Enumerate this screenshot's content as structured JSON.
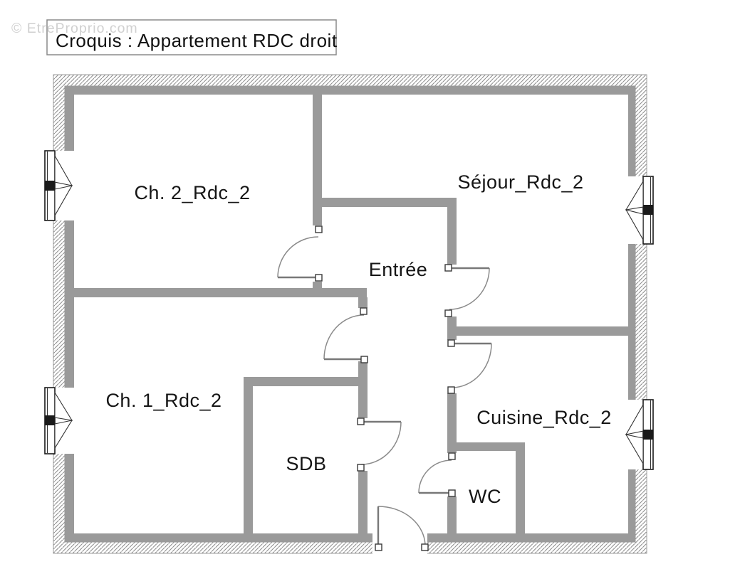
{
  "watermark": "© EtreProprio.com",
  "title": "Croquis : Appartement RDC droit",
  "rooms": {
    "ch2": {
      "label": "Ch. 2_Rdc_2"
    },
    "sejour": {
      "label": "Séjour_Rdc_2"
    },
    "entree": {
      "label": "Entrée"
    },
    "ch1": {
      "label": "Ch. 1_Rdc_2"
    },
    "sdb": {
      "label": "SDB"
    },
    "cuisine": {
      "label": "Cuisine_Rdc_2"
    },
    "wc": {
      "label": "WC"
    }
  },
  "colors": {
    "wall_gray": "#9a9a9a",
    "hatch_line": "#8f8f8f",
    "door_line": "#8a8a8a",
    "window_black": "#1a1a1a",
    "text": "#151515",
    "watermark_gray": "#c8c8c8",
    "background": "#ffffff"
  }
}
